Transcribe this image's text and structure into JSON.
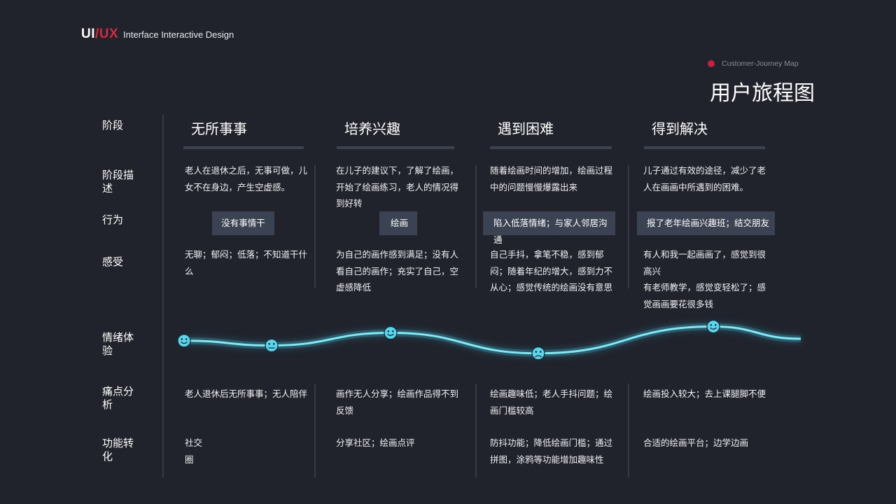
{
  "header": {
    "logo_ui": "UI",
    "logo_slash": "/",
    "logo_ux": "UX",
    "subtitle": "Interface Interactive Design",
    "map_label_en": "Customer-Journey Map",
    "map_title_cn": "用户旅程图"
  },
  "rows": {
    "stage": "阶段",
    "desc": "阶段描述",
    "behavior": "行为",
    "feeling": "感受",
    "emotion": "情绪体验",
    "pain": "痛点分析",
    "function": "功能转化"
  },
  "stages": [
    {
      "title": "无所事事",
      "desc": "老人在退休之后，无事可做，儿女不在身边，产生空虚感。",
      "behavior": "没有事情干",
      "feeling": "无聊；郁闷；低落；不知道干什么",
      "pain": "老人退休后无所事事；无人陪伴",
      "function": "社交圈",
      "emotion": "smile"
    },
    {
      "title": "培养兴趣",
      "desc": "在儿子的建议下，了解了绘画，开始了绘画练习，老人的情况得到好转",
      "behavior": "绘画",
      "feeling": "为自己的画作感到满足；没有人看自己的画作；充实了自己，空虚感降低",
      "pain": "画作无人分享；绘画作品得不到反馈",
      "function": "分享社区；绘画点评",
      "emotion": "smile"
    },
    {
      "title": "遇到困难",
      "desc": "随着绘画时间的增加，绘画过程中的问题慢慢爆露出来",
      "behavior": "陷入低落情绪；与家人邻居沟通",
      "feeling": "自己手抖，拿笔不稳，感到郁闷；随着年纪的增大，感到力不从心；感觉传统的绘画没有意思",
      "pain": "绘画趣味低；老人手抖问题；绘画门槛较高",
      "function": "防抖功能；降低绘画门槛；通过拼图，涂鸦等功能增加趣味性",
      "emotion": "sad"
    },
    {
      "title": "得到解决",
      "desc": "儿子通过有效的途径，减少了老人在画画中所遇到的困难。",
      "behavior": "报了老年绘画兴趣班；结交朋友",
      "feeling": "有人和我一起画画了，感觉到很高兴\n有老师教学，感觉变轻松了；感觉画画要花很多钱",
      "pain": "绘画投入较大；去上课腿脚不便",
      "function": "合适的绘画平台；边学边画",
      "emotion": "smile"
    }
  ],
  "emotion_points": [
    {
      "stage": "无所事事",
      "face": "smile",
      "level": 0.45
    },
    {
      "stage": "无所事事",
      "face": "neutral",
      "level": 0.3
    },
    {
      "stage": "培养兴趣",
      "face": "smile",
      "level": 0.7
    },
    {
      "stage": "遇到困难",
      "face": "sad",
      "level": 0.05
    },
    {
      "stage": "得到解决",
      "face": "smile",
      "level": 0.9
    }
  ],
  "colors": {
    "background": "#20232c",
    "accent_red": "#d8283e",
    "curve": "#7eeaf6",
    "face": "#5ad6ec",
    "tag_bg": "#3b4252"
  }
}
